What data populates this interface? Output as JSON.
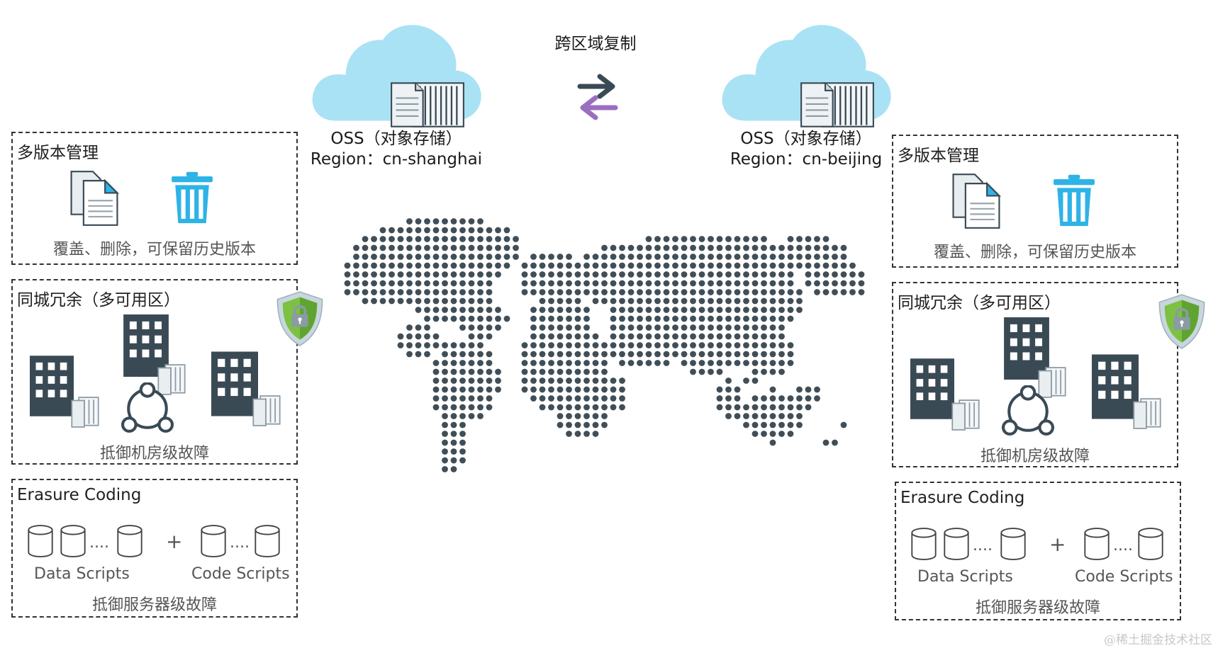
{
  "title": "跨区域复制",
  "regions": [
    {
      "oss_label": "OSS（对象存储）",
      "region_label": "Region：cn-shanghai",
      "versioning": {
        "title": "多版本管理",
        "caption": "覆盖、删除，可保留历史版本"
      },
      "redundancy": {
        "title": "同城冗余（多可用区）",
        "caption": "抵御机房级故障"
      },
      "erasure": {
        "title": "Erasure Coding",
        "data_label": "Data Scripts",
        "code_label": "Code Scripts",
        "dots": "....",
        "plus": "+",
        "caption": "抵御服务器级故障"
      }
    },
    {
      "oss_label": "OSS（对象存储）",
      "region_label": "Region：cn-beijing",
      "versioning": {
        "title": "多版本管理",
        "caption": "覆盖、删除，可保留历史版本"
      },
      "redundancy": {
        "title": "同城冗余（多可用区）",
        "caption": "抵御机房级故障"
      },
      "erasure": {
        "title": "Erasure Coding",
        "data_label": "Data Scripts",
        "code_label": "Code Scripts",
        "dots": "....",
        "plus": "+",
        "caption": "抵御服务器级故障"
      }
    }
  ],
  "watermark": "@稀土掘金技术社区",
  "colors": {
    "cloud": "#a9e2f4",
    "dark": "#3a4a55",
    "map_dot": "#414e57",
    "arrow_top": "#3a4a55",
    "arrow_bottom": "#9b6fc0",
    "trash": "#2eb3e6",
    "shield_green": "#7cc142",
    "shield_outer": "#c8d6dd"
  },
  "icons": {
    "cloud": "cloud-icon",
    "storage": "storage-server-icon",
    "swap": "swap-arrows-icon",
    "documents": "documents-icon",
    "trash": "trash-icon",
    "building": "building-icon",
    "shield": "shield-lock-icon",
    "network": "network-nodes-icon",
    "database": "database-cylinder-icon"
  }
}
